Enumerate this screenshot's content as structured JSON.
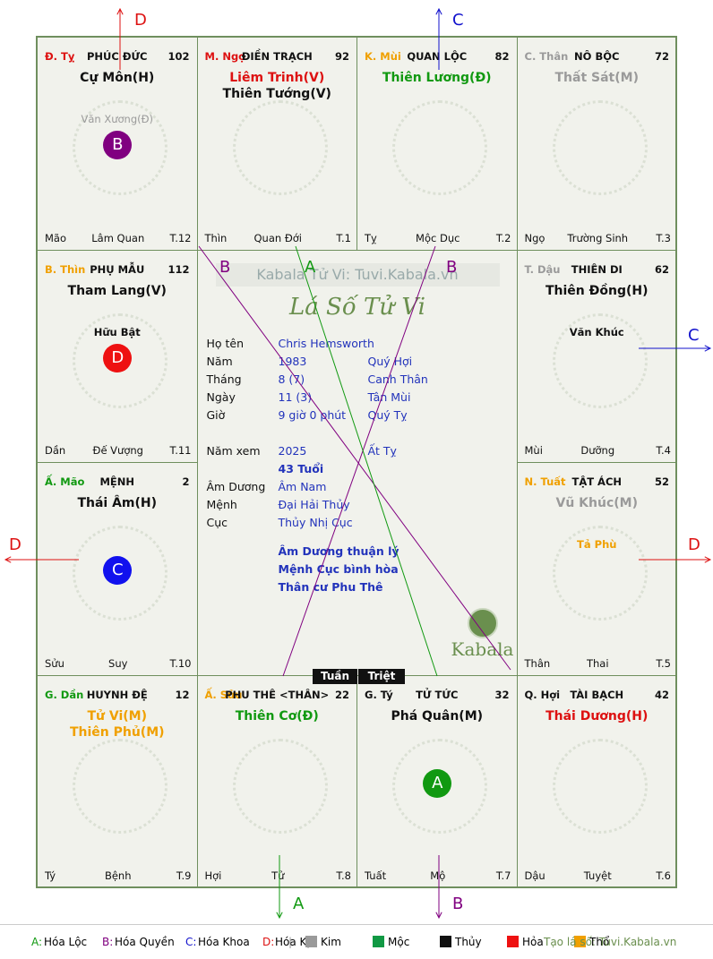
{
  "palaces": [
    {
      "can": "Đ. Tỵ",
      "can_color": "#dd1111",
      "name": "PHÚC ĐỨC",
      "num": "102",
      "stars": [
        {
          "t": "Cự Môn(H)",
          "c": "#111111"
        }
      ],
      "secondary": [
        {
          "t": "Văn Xương(Đ)",
          "c": "#9a9a9a"
        }
      ],
      "badge": {
        "t": "B",
        "c": "#800080"
      },
      "foot": [
        "Mão",
        "Lâm Quan",
        "T.12"
      ]
    },
    {
      "can": "M. Ngọ",
      "can_color": "#dd1111",
      "name": "ĐIỀN TRẠCH",
      "num": "92",
      "stars": [
        {
          "t": "Liêm Trinh(V)",
          "c": "#dd1111"
        },
        {
          "t": "Thiên Tướng(V)",
          "c": "#111111"
        }
      ],
      "secondary": [],
      "badge": null,
      "foot": [
        "Thìn",
        "Quan Đới",
        "T.1"
      ]
    },
    {
      "can": "K. Mùi",
      "can_color": "#f0a000",
      "name": "QUAN LỘC",
      "num": "82",
      "stars": [
        {
          "t": "Thiên Lương(Đ)",
          "c": "#119911"
        }
      ],
      "secondary": [],
      "badge": null,
      "foot": [
        "Tỵ",
        "Mộc Dục",
        "T.2"
      ]
    },
    {
      "can": "C. Thân",
      "can_color": "#9a9a9a",
      "name": "NÔ BỘC",
      "num": "72",
      "stars": [
        {
          "t": "Thất Sát(M)",
          "c": "#9a9a9a"
        }
      ],
      "secondary": [],
      "badge": null,
      "foot": [
        "Ngọ",
        "Trường Sinh",
        "T.3"
      ]
    },
    {
      "can": "B. Thìn",
      "can_color": "#f0a000",
      "name": "PHỤ MẪU",
      "num": "112",
      "stars": [
        {
          "t": "Tham Lang(V)",
          "c": "#111111"
        }
      ],
      "secondary": [
        {
          "t": "Hữu Bật",
          "c": "#111111"
        }
      ],
      "badge": {
        "t": "D",
        "c": "#ee1111"
      },
      "foot": [
        "Dần",
        "Đế Vượng",
        "T.11"
      ]
    },
    {
      "can": "T. Dậu",
      "can_color": "#9a9a9a",
      "name": "THIÊN DI",
      "num": "62",
      "stars": [
        {
          "t": "Thiên Đồng(H)",
          "c": "#111111"
        }
      ],
      "secondary": [
        {
          "t": "Văn Khúc",
          "c": "#111111"
        }
      ],
      "badge": null,
      "foot": [
        "Mùi",
        "Dưỡng",
        "T.4"
      ]
    },
    {
      "can": "Ấ. Mão",
      "can_color": "#119911",
      "name": "MỆNH",
      "num": "2",
      "stars": [
        {
          "t": "Thái Âm(H)",
          "c": "#111111"
        }
      ],
      "secondary": [],
      "badge": {
        "t": "C",
        "c": "#1111ee"
      },
      "foot": [
        "Sửu",
        "Suy",
        "T.10"
      ]
    },
    {
      "can": "N. Tuất",
      "can_color": "#f0a000",
      "name": "TẬT ÁCH",
      "num": "52",
      "stars": [
        {
          "t": "Vũ Khúc(M)",
          "c": "#9a9a9a"
        }
      ],
      "secondary": [
        {
          "t": "Tả Phù",
          "c": "#f0a000"
        }
      ],
      "badge": null,
      "foot": [
        "Thân",
        "Thai",
        "T.5"
      ]
    },
    {
      "can": "G. Dần",
      "can_color": "#119911",
      "name": "HUYNH ĐỆ",
      "num": "12",
      "stars": [
        {
          "t": "Tử Vi(M)",
          "c": "#f0a000"
        },
        {
          "t": "Thiên Phủ(M)",
          "c": "#f0a000"
        }
      ],
      "secondary": [],
      "badge": null,
      "foot": [
        "Tý",
        "Bệnh",
        "T.9"
      ]
    },
    {
      "can": "Ấ. Sửu",
      "can_color": "#f0a000",
      "name": "PHU THÊ <THÂN>",
      "num": "22",
      "stars": [
        {
          "t": "Thiên Cơ(Đ)",
          "c": "#119911"
        }
      ],
      "secondary": [],
      "badge": null,
      "foot": [
        "Hợi",
        "Tử",
        "T.8"
      ]
    },
    {
      "can": "G. Tý",
      "can_color": "#111111",
      "name": "TỬ TỨC",
      "num": "32",
      "stars": [
        {
          "t": "Phá Quân(M)",
          "c": "#111111"
        }
      ],
      "secondary": [],
      "badge": {
        "t": "A",
        "c": "#119911"
      },
      "foot": [
        "Tuất",
        "Mộ",
        "T.7"
      ]
    },
    {
      "can": "Q. Hợi",
      "can_color": "#111111",
      "name": "TÀI BẠCH",
      "num": "42",
      "stars": [
        {
          "t": "Thái Dương(H)",
          "c": "#dd1111"
        }
      ],
      "secondary": [],
      "badge": null,
      "foot": [
        "Dậu",
        "Tuyệt",
        "T.6"
      ]
    }
  ],
  "center": {
    "watermark": "Kabala Tử Vi: Tuvi.Kabala.vn",
    "heading": "Lá Số Tử Vi",
    "rows": [
      {
        "label": "Họ tên",
        "v1": "Chris Hemsworth",
        "v2": ""
      },
      {
        "label": "Năm",
        "v1": "1983",
        "v2": "Quý Hợi"
      },
      {
        "label": "Tháng",
        "v1": "8  (7)",
        "v2": "Canh Thân"
      },
      {
        "label": "Ngày",
        "v1": "11  (3)",
        "v2": "Tân Mùi"
      },
      {
        "label": "Giờ",
        "v1": "9 giờ 0 phút",
        "v2": "Quý Tỵ"
      },
      {
        "label": "Năm xem",
        "v1": "2025",
        "v2": "Ất Tỵ"
      },
      {
        "label": "",
        "v1": "43 Tuổi",
        "v2": ""
      },
      {
        "label": "Âm Dương",
        "v1": "Âm Nam",
        "v2": ""
      },
      {
        "label": "Mệnh",
        "v1": "Đại Hải Thủy",
        "v2": ""
      },
      {
        "label": "Cục",
        "v1": "Thủy Nhị Cục",
        "v2": ""
      }
    ],
    "notes": [
      "Âm Dương thuận lý",
      "Mệnh Cục bình hòa",
      "Thân cư Phu Thê"
    ],
    "logo": "Kabala",
    "tuan": "Tuần",
    "triet": "Triệt"
  },
  "arrows": [
    {
      "label": "D",
      "color": "#dd1111"
    },
    {
      "label": "C",
      "color": "#1111cc"
    },
    {
      "label": "C",
      "color": "#1111cc"
    },
    {
      "label": "D",
      "color": "#dd1111"
    },
    {
      "label": "D",
      "color": "#dd1111"
    },
    {
      "label": "A",
      "color": "#119911"
    },
    {
      "label": "B",
      "color": "#800080"
    }
  ],
  "diagonal_labels": [
    {
      "label": "B",
      "color": "#800080"
    },
    {
      "label": "A",
      "color": "#119911"
    },
    {
      "label": "B",
      "color": "#800080"
    }
  ],
  "legend": {
    "items": [
      {
        "key": "A:",
        "text": "Hóa Lộc",
        "color": "#119911"
      },
      {
        "key": "B:",
        "text": "Hóa Quyền",
        "color": "#800080"
      },
      {
        "key": "C:",
        "text": "Hóa Khoa",
        "color": "#1111cc"
      },
      {
        "key": "D:",
        "text": "Hóa Kị",
        "color": "#dd1111"
      }
    ],
    "elements": [
      {
        "text": "Kim",
        "color": "#9a9a9a"
      },
      {
        "text": "Mộc",
        "color": "#119944"
      },
      {
        "text": "Thủy",
        "color": "#111111"
      },
      {
        "text": "Hỏa",
        "color": "#ee1111"
      },
      {
        "text": "Thổ",
        "color": "#f0a000"
      }
    ],
    "site": "Tạo lá số: Tuvi.Kabala.vn"
  }
}
